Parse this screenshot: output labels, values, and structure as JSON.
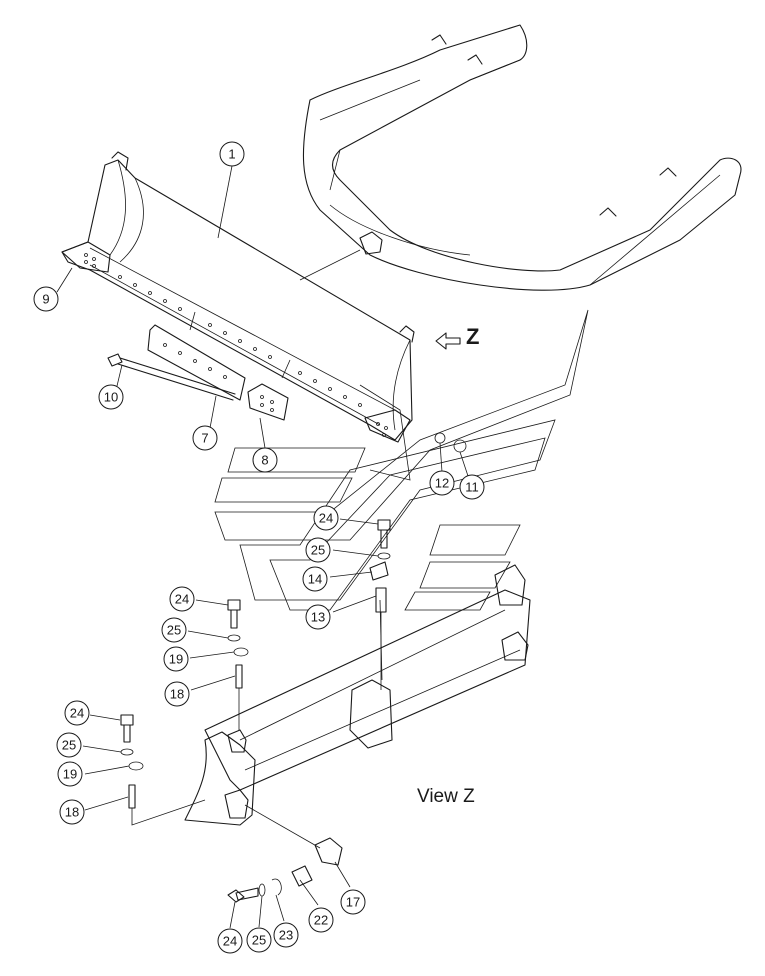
{
  "view_arrow_label": "Z",
  "view_caption": "View Z",
  "callouts": [
    {
      "id": "c1",
      "label": "1"
    },
    {
      "id": "c9",
      "label": "9"
    },
    {
      "id": "c10",
      "label": "10"
    },
    {
      "id": "c7",
      "label": "7"
    },
    {
      "id": "c8",
      "label": "8"
    },
    {
      "id": "c12",
      "label": "12"
    },
    {
      "id": "c11",
      "label": "11"
    },
    {
      "id": "c24a",
      "label": "24"
    },
    {
      "id": "c25a",
      "label": "25"
    },
    {
      "id": "c14",
      "label": "14"
    },
    {
      "id": "c13",
      "label": "13"
    },
    {
      "id": "c24b",
      "label": "24"
    },
    {
      "id": "c25b",
      "label": "25"
    },
    {
      "id": "c19a",
      "label": "19"
    },
    {
      "id": "c18a",
      "label": "18"
    },
    {
      "id": "c24c",
      "label": "24"
    },
    {
      "id": "c25c",
      "label": "25"
    },
    {
      "id": "c19b",
      "label": "19"
    },
    {
      "id": "c18b",
      "label": "18"
    },
    {
      "id": "c17",
      "label": "17"
    },
    {
      "id": "c22",
      "label": "22"
    },
    {
      "id": "c23",
      "label": "23"
    },
    {
      "id": "c25d",
      "label": "25"
    },
    {
      "id": "c24d",
      "label": "24"
    }
  ]
}
